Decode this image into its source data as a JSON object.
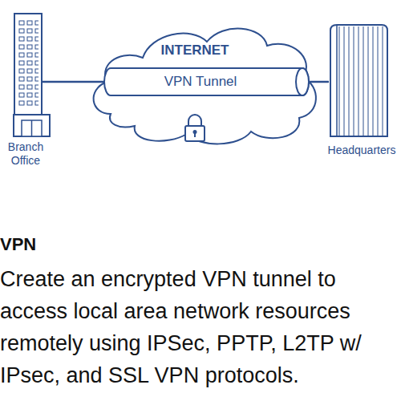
{
  "diagram": {
    "title": "VPN",
    "caption": "Create an encrypted VPN tunnel to access local area network resources remotely using IPSec, PPTP, L2TP w/ IPsec, and SSL VPN protocols.",
    "nodes": [
      {
        "text": [
          "Branch Office"
        ]
      },
      {
        "text": [
          "INTERNET"
        ]
      },
      {
        "text": [
          "VPN Tunnel"
        ],
        "in": 1
      },
      {
        "text": [
          "Headquarters"
        ]
      }
    ],
    "edges": [
      {
        "from": 0,
        "to": 2,
        "arrow": "none"
      },
      {
        "from": 2,
        "to": 3,
        "arrow": "none"
      }
    ]
  }
}
